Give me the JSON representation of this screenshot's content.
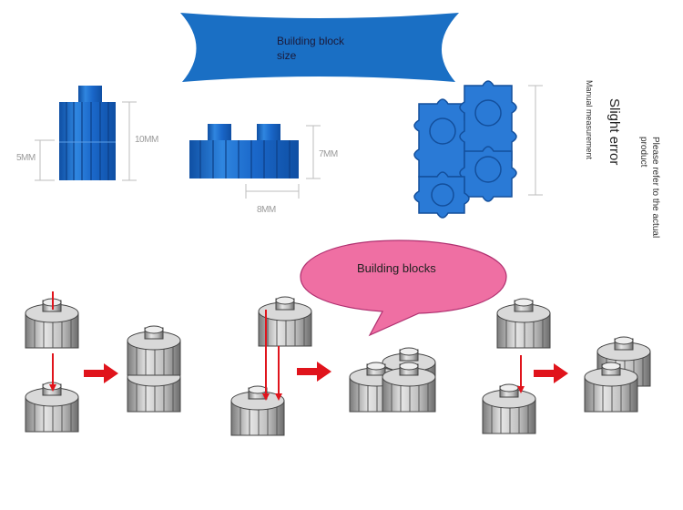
{
  "banner": {
    "text_line1": "Building block",
    "text_line2": "size",
    "color": "#1a6fc4"
  },
  "dimensions": {
    "block_height_left": "5MM",
    "block_height_total": "10MM",
    "plate_height": "7MM",
    "plate_width": "8MM"
  },
  "notes": {
    "manual": "Manual measurement",
    "slight_error": "Slight error",
    "refer": "Please refer to the actual product"
  },
  "bubble": {
    "text": "Building blocks",
    "color": "#ef6fa3"
  },
  "colors": {
    "block_blue": "#1a67c9",
    "arrow_red": "#e0141c",
    "gray_block": "#bdbdbd"
  }
}
